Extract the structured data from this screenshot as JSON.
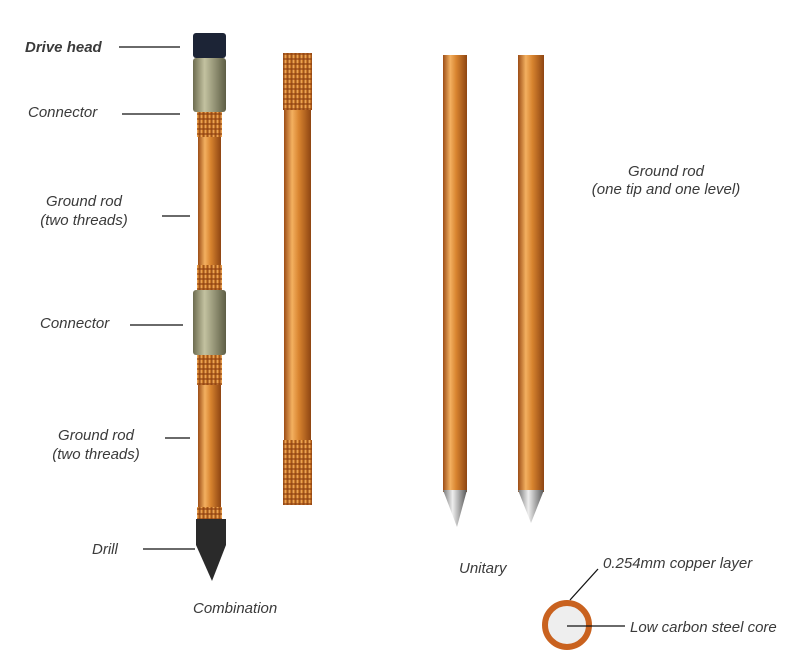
{
  "labels": {
    "drive_head": "Drive head",
    "connector_1": "Connector",
    "ground_rod_1": [
      "Ground rod",
      "(two threads)"
    ],
    "connector_2": "Connector",
    "ground_rod_2": [
      "Ground rod",
      "(two threads)"
    ],
    "drill": "Drill",
    "combination": "Combination",
    "ground_rod_unitary": [
      "Ground rod",
      "(one tip and one level)"
    ],
    "unitary": "Unitary",
    "copper_layer": "0.254mm copper layer",
    "steel_core": "Low carbon steel core"
  },
  "colors": {
    "copper": "#d9883a",
    "copper_dark": "#a5541c",
    "connector": "#8d8e6c",
    "drive_head": "#1c2436",
    "drill": "#2a2a2a",
    "ring": "#c9621f",
    "core": "#eeeeee"
  }
}
